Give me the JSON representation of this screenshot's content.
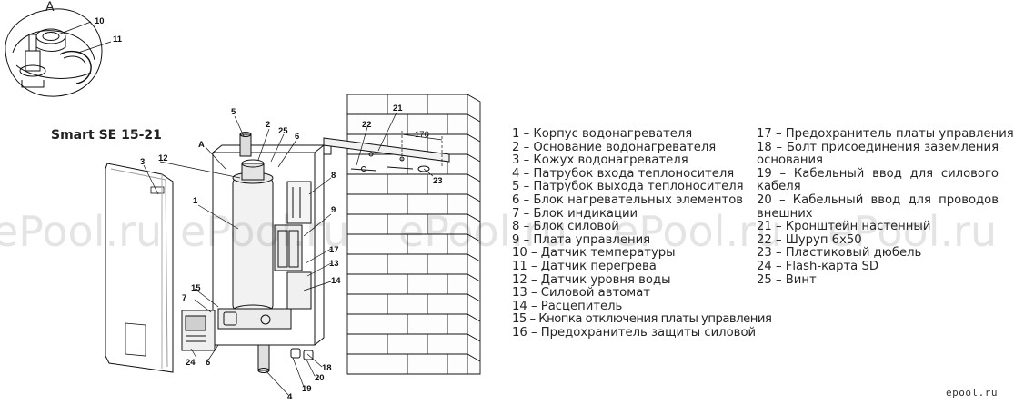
{
  "diagram": {
    "model_title": "Smart SE 15-21",
    "detail_letter": "A",
    "detail_view_letter": "A",
    "callouts": {
      "c1": "1",
      "c2": "2",
      "c4": "4",
      "c5": "5",
      "c6": "6",
      "c6b": "6",
      "c7": "7",
      "c8": "8",
      "c9": "9",
      "c10": "10",
      "c11": "11",
      "c12": "12",
      "c13": "13",
      "c14": "14",
      "c15": "15",
      "c17": "17",
      "c18": "18",
      "c19": "19",
      "c20": "20",
      "c21": "21",
      "c22": "22",
      "c23": "23",
      "c24": "24",
      "c25": "25",
      "c3": "3",
      "dim": "170"
    }
  },
  "legend": {
    "left": [
      "1 – Корпус водонагревателя",
      "2 – Основание водонагревателя",
      "3 – Кожух водонагревателя",
      "4 – Патрубок входа теплоносителя",
      "5 – Патрубок выхода теплоносителя",
      "6 – Блок нагревательных элементов",
      "7 – Блок индикации",
      "8 – Блок силовой",
      "9 – Плата управления",
      "10 – Датчик температуры",
      "11 – Датчик перегрева",
      "12 – Датчик уровня воды",
      "13 – Силовой автомат",
      "14 – Расцепитель",
      "15 – Кнопка отключения платы управления",
      "16 – Предохранитель защиты силовой"
    ],
    "right": [
      "17 – Предохранитель платы управления",
      "18 – Болт присоединения заземления",
      "основания",
      "19 – Кабельный ввод для силового",
      "кабеля",
      "20 – Кабельный ввод для проводов",
      "внешних",
      "21 – Кронштейн настенный",
      "22 – Шуруп 6х50",
      "23 – Пластиковый дюбель",
      "24 – Flash-карта SD",
      "25 – Винт"
    ]
  },
  "watermark": "ePool.ru",
  "logo": "epool.ru"
}
